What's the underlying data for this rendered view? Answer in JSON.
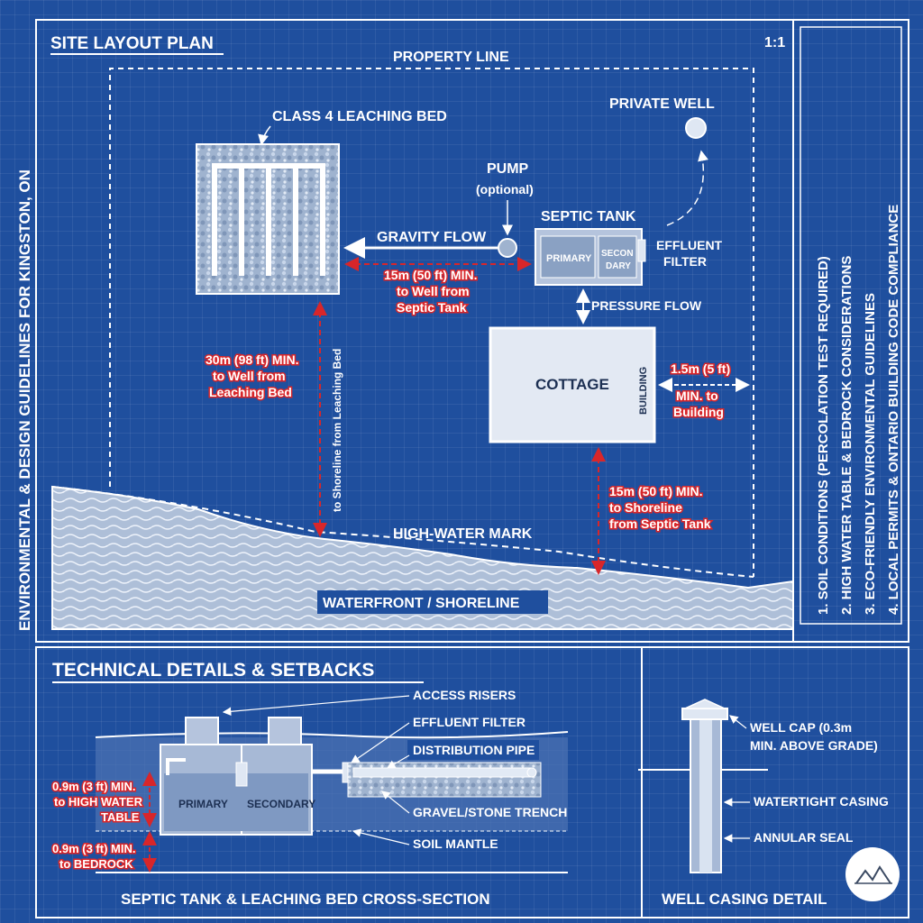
{
  "frame": {
    "side_title": "ENVIRONMENTAL & DESIGN GUIDELINES FOR KINGSTON, ON"
  },
  "site_plan": {
    "title": "SITE LAYOUT PLAN",
    "scale": "1:1",
    "property_line": "PROPERTY LINE",
    "leaching_bed": "CLASS 4 LEACHING BED",
    "private_well": "PRIVATE WELL",
    "pump": "PUMP",
    "pump_note": "(optional)",
    "septic_tank": "SEPTIC TANK",
    "primary": "PRIMARY",
    "secondary_1": "SECON",
    "secondary_2": "DARY",
    "effluent_filter_1": "EFFLUENT",
    "effluent_filter_2": "FILTER",
    "gravity_flow": "GRAVITY FLOW",
    "pressure_flow": "PRESSURE FLOW",
    "cottage": "COTTAGE",
    "building": "BUILDING",
    "high_water_mark": "HIGH-WATER MARK",
    "waterfront": "WATERFRONT / SHORELINE",
    "shoreline_vertical": "to Shoreline from Leaching Bed",
    "setback_tank_well": [
      "15m (50 ft) MIN.",
      "to Well from",
      "Septic Tank"
    ],
    "setback_bed_well": [
      "30m (98 ft) MIN.",
      "to Well from",
      "Leaching Bed"
    ],
    "setback_building": [
      "1.5m (5 ft)",
      "MIN. to",
      "Building"
    ],
    "setback_tank_shore": [
      "15m (50 ft) MIN.",
      "to Shoreline",
      "from Septic Tank"
    ]
  },
  "considerations": [
    "1. SOIL CONDITIONS (PERCOLATION TEST REQUIRED)",
    "2. HIGH WATER TABLE & BEDROCK CONSIDERATIONS",
    "3. ECO-FRIENDLY ENVIRONMENTAL GUIDELINES",
    "4. LOCAL PERMITS & ONTARIO BUILDING CODE COMPLIANCE"
  ],
  "tech": {
    "title": "TECHNICAL DETAILS & SETBACKS",
    "access_risers": "ACCESS RISERS",
    "effluent_filter": "EFFLUENT FILTER",
    "distribution_pipe": "DISTRIBUTION PIPE",
    "gravel_trench": "GRAVEL/STONE TRENCH",
    "soil_mantle": "SOIL MANTLE",
    "primary": "PRIMARY",
    "secondary": "SECONDARY",
    "high_water_table": [
      "0.9m (3 ft) MIN.",
      "to HIGH WATER",
      "TABLE"
    ],
    "bedrock": [
      "0.9m (3 ft) MIN.",
      "to BEDROCK"
    ],
    "cross_section_title": "SEPTIC TANK & LEACHING BED CROSS-SECTION"
  },
  "well_detail": {
    "well_cap_1": "WELL CAP (0.3m",
    "well_cap_2": "MIN. ABOVE GRADE)",
    "watertight_casing": "WATERTIGHT CASING",
    "annular_seal": "ANNULAR SEAL",
    "title": "WELL CASING DETAIL"
  },
  "colors": {
    "background": "#1f4f9e",
    "line": "#ffffff",
    "callout_red": "#d8262a"
  }
}
